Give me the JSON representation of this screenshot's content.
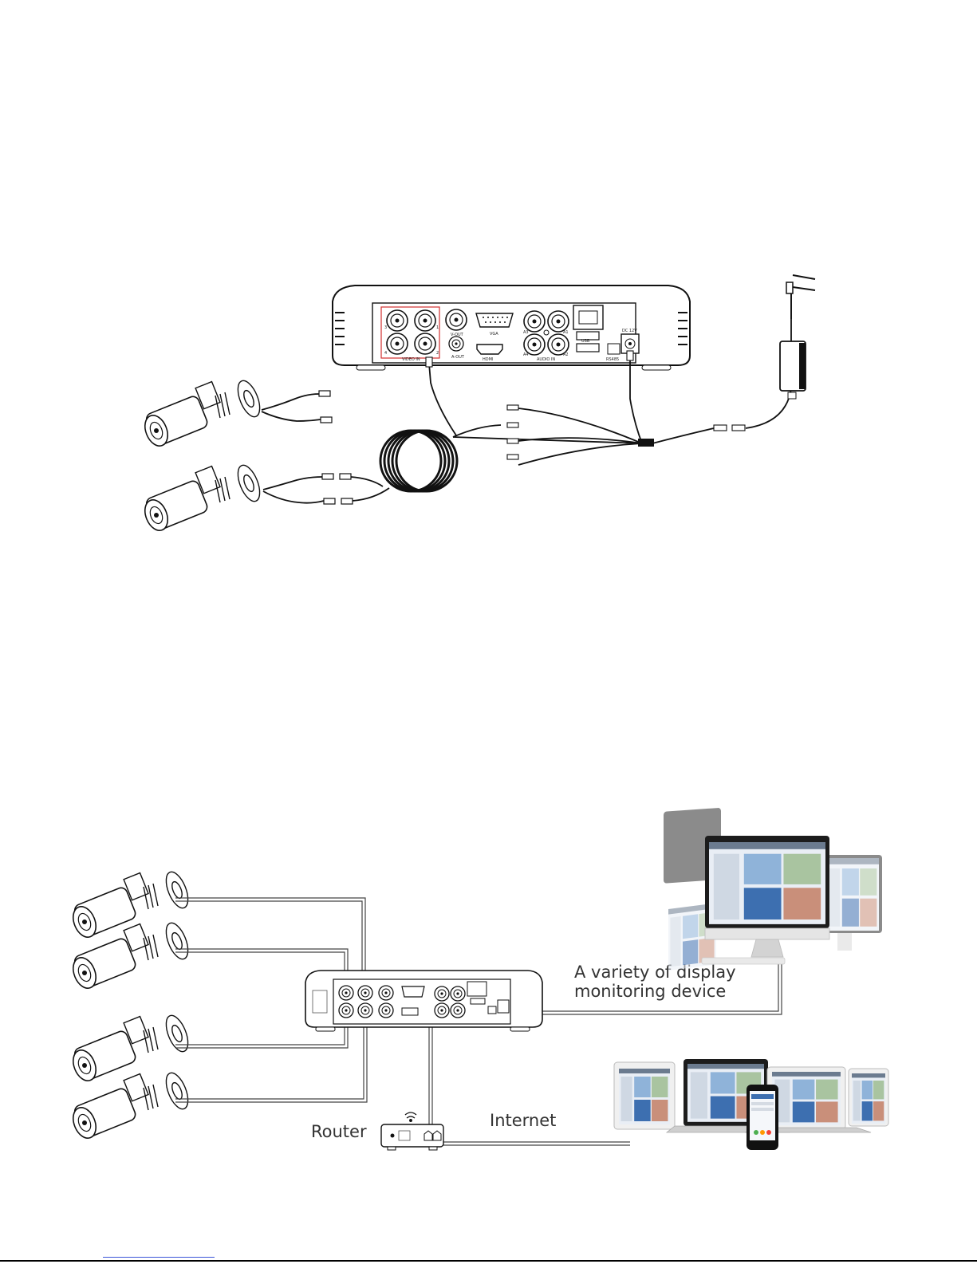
{
  "panel_labels": {
    "video_in": "VIDEO IN",
    "vout": "V-OUT",
    "aout": "A-OUT",
    "vga": "VGA",
    "hdmi": "HDMI",
    "audio_in": "AUDIO IN",
    "usb": "USB",
    "dc": "DC 12V",
    "rs485": "RS485",
    "ch": [
      "1",
      "2",
      "3",
      "4"
    ],
    "a": [
      "A1",
      "A2",
      "A3",
      "A4"
    ]
  },
  "labels": {
    "display": [
      "A variety of display",
      "monitoring device"
    ],
    "router": "Router",
    "internet": "Internet"
  },
  "colors": {
    "line": "#1a1a1a",
    "highlight": "#d32f2f",
    "screen_blue": "#3d6fb0",
    "link_blue": "#3a55d8"
  }
}
